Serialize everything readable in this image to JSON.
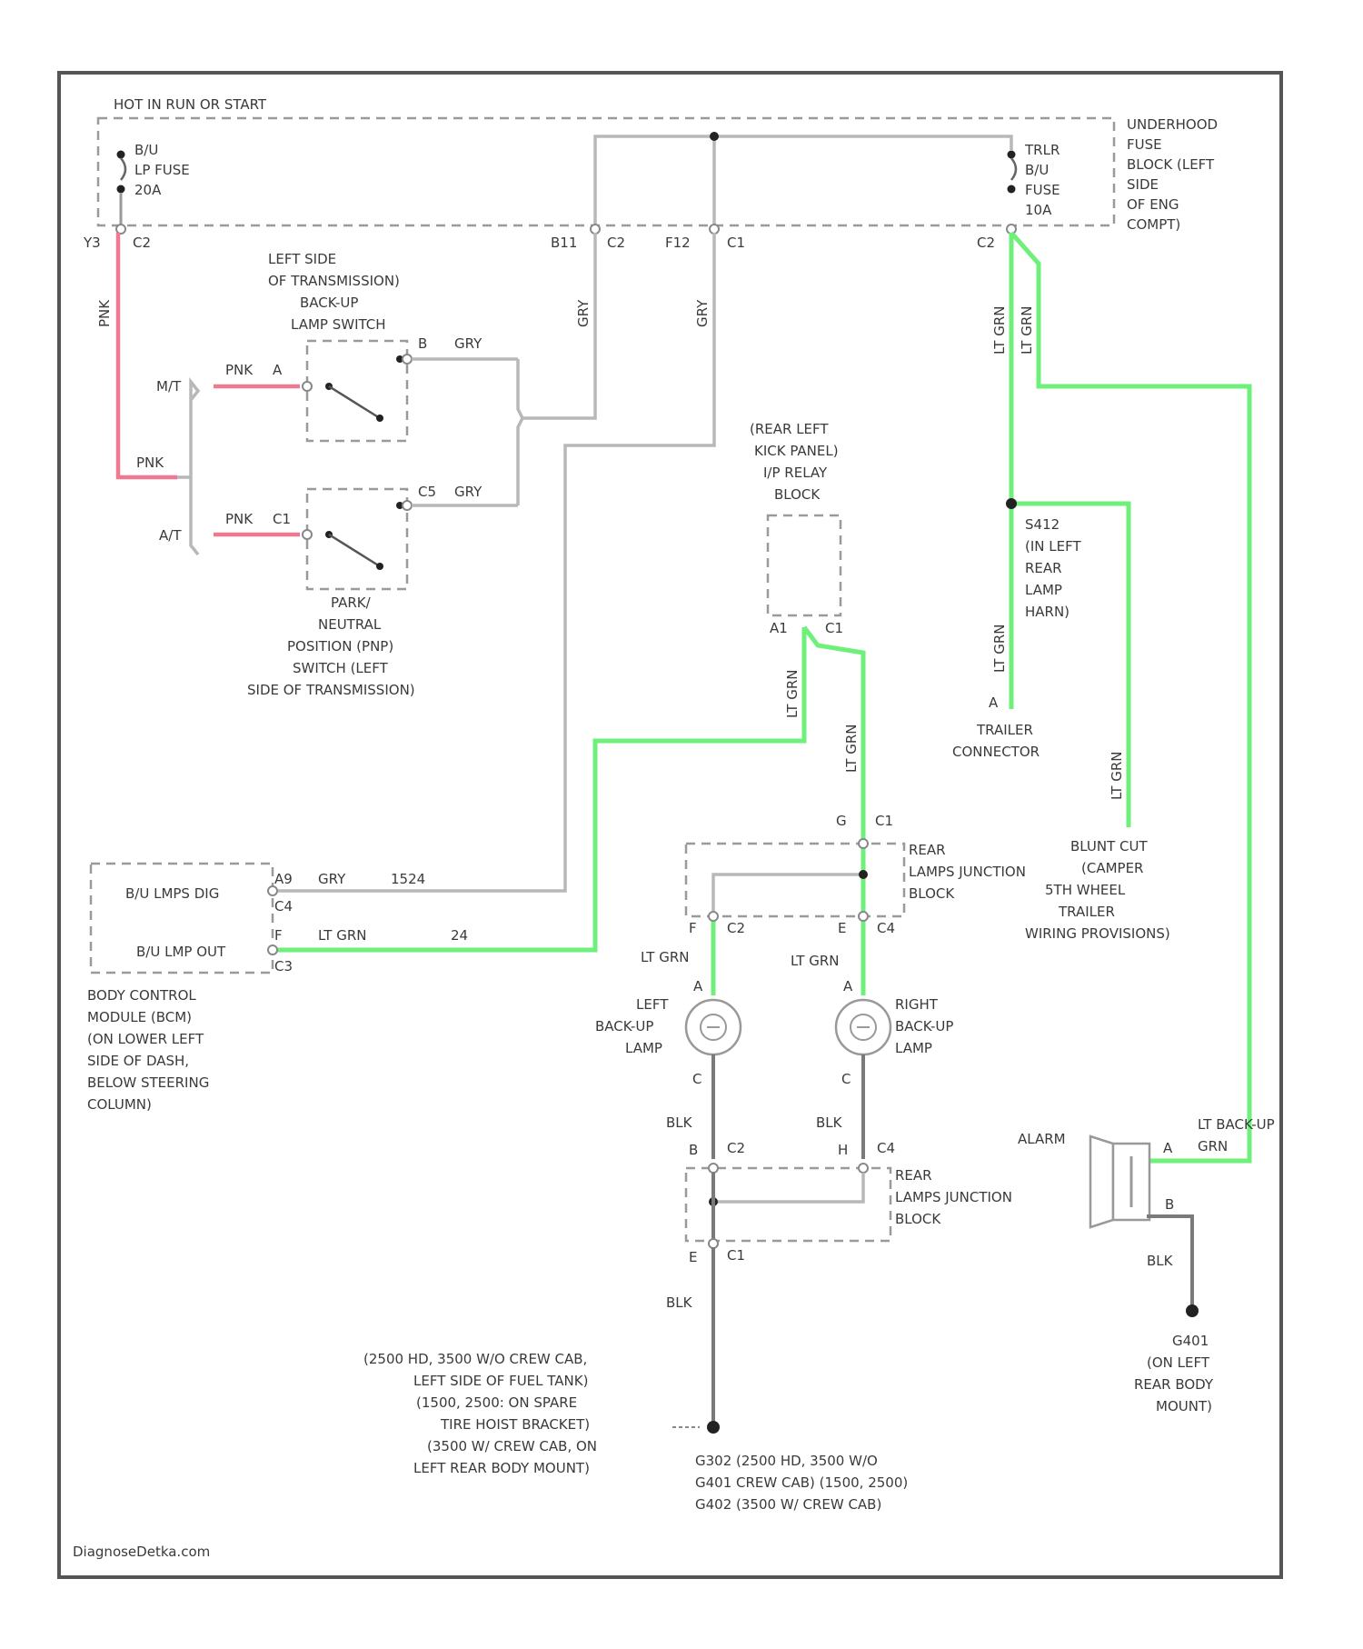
{
  "colors": {
    "hot_wire": "#6ef07a",
    "pink_wire": "#f07890",
    "grey_wire": "#b8b8b8",
    "ground_wire": "#7a7a7a"
  },
  "fuse_block": {
    "hot_label": "HOT IN RUN OR START",
    "bu_fuse": [
      "B/U",
      "LP FUSE",
      "20A"
    ],
    "trlr_fuse": [
      "TRLR",
      "B/U",
      "FUSE",
      "10A"
    ],
    "underhood": [
      "UNDERHOOD",
      "FUSE",
      "BLOCK (LEFT",
      "SIDE",
      "OF ENG",
      "COMPT)"
    ],
    "pins": {
      "p1": "Y3",
      "c1": "C2",
      "p2": "B11",
      "c2": "C2",
      "p3": "F12",
      "c3": "C1",
      "c4": "C2"
    }
  },
  "wires": {
    "pnk": "PNK",
    "gry": "GRY",
    "lt_grn": "LT GRN",
    "blk": "BLK"
  },
  "switches": {
    "mt": "M/T",
    "at": "A/T",
    "pin_a": "A",
    "pin_b": "B",
    "pin_c1": "C1",
    "pin_c5": "C5",
    "backup_title": [
      "LEFT SIDE",
      "OF TRANSMISSION)",
      "BACK-UP",
      "LAMP SWITCH"
    ],
    "pnp_title": [
      "PARK/",
      "NEUTRAL",
      "POSITION (PNP)",
      "SWITCH (LEFT",
      "SIDE OF TRANSMISSION)"
    ]
  },
  "relay_block": {
    "title": [
      "(REAR LEFT",
      "KICK PANEL)",
      "I/P RELAY",
      "BLOCK"
    ],
    "pin1": "A1",
    "pin2": "C1"
  },
  "splice": {
    "label": [
      "S412",
      "(IN LEFT",
      "REAR",
      "LAMP",
      "HARN)"
    ]
  },
  "trailer": {
    "pin": "A",
    "label": [
      "TRAILER",
      "CONNECTOR"
    ]
  },
  "blunt_cut": [
    "BLUNT CUT",
    "(CAMPER",
    "5TH WHEEL",
    "TRAILER",
    "WIRING PROVISIONS)"
  ],
  "rear_junction_top": {
    "label": [
      "REAR",
      "LAMPS JUNCTION",
      "BLOCK"
    ],
    "top_pin": "G",
    "top_conn": "C1",
    "left_pin": "F",
    "left_conn": "C2",
    "right_pin": "E",
    "right_conn": "C4"
  },
  "bcm": {
    "dig_label": "B/U LMPS DIG",
    "dig_pin": "A9",
    "dig_conn": "C4",
    "out_label": "B/U LMP OUT",
    "out_pin": "F",
    "out_conn": "C3",
    "gry_circuit": "1524",
    "grn_circuit": "24",
    "title": [
      "BODY CONTROL",
      "MODULE (BCM)",
      "(ON LOWER LEFT",
      "SIDE OF DASH,",
      "BELOW STEERING",
      "COLUMN)"
    ]
  },
  "lamps": {
    "left": [
      "LEFT",
      "BACK-UP",
      "LAMP"
    ],
    "right": [
      "RIGHT",
      "BACK-UP",
      "LAMP"
    ],
    "pin_a": "A",
    "pin_c": "C"
  },
  "rear_junction_bottom": {
    "label": [
      "REAR",
      "LAMPS JUNCTION",
      "BLOCK"
    ],
    "left_pin": "B",
    "left_conn": "C2",
    "right_pin": "H",
    "right_conn": "C4",
    "bottom_pin": "E",
    "bottom_conn": "C1"
  },
  "alarm": {
    "label": "ALARM",
    "pin_a": "A",
    "pin_b": "B",
    "wire": [
      "LT BACK-UP",
      "GRN"
    ]
  },
  "ground_g": {
    "label": [
      "G401",
      "(ON LEFT",
      "REAR BODY",
      "MOUNT)"
    ]
  },
  "ground_note": [
    "(2500 HD, 3500 W/O CREW CAB,",
    "LEFT SIDE OF FUEL TANK)",
    "(1500, 2500: ON SPARE",
    "TIRE HOIST BRACKET)",
    "(3500 W/ CREW CAB, ON",
    "LEFT REAR BODY MOUNT)"
  ],
  "ground_ids": [
    "G302 (2500 HD, 3500 W/O",
    "G401 CREW CAB) (1500, 2500)",
    "G402 (3500 W/ CREW CAB)"
  ],
  "watermark": "DiagnoseDetka.com"
}
